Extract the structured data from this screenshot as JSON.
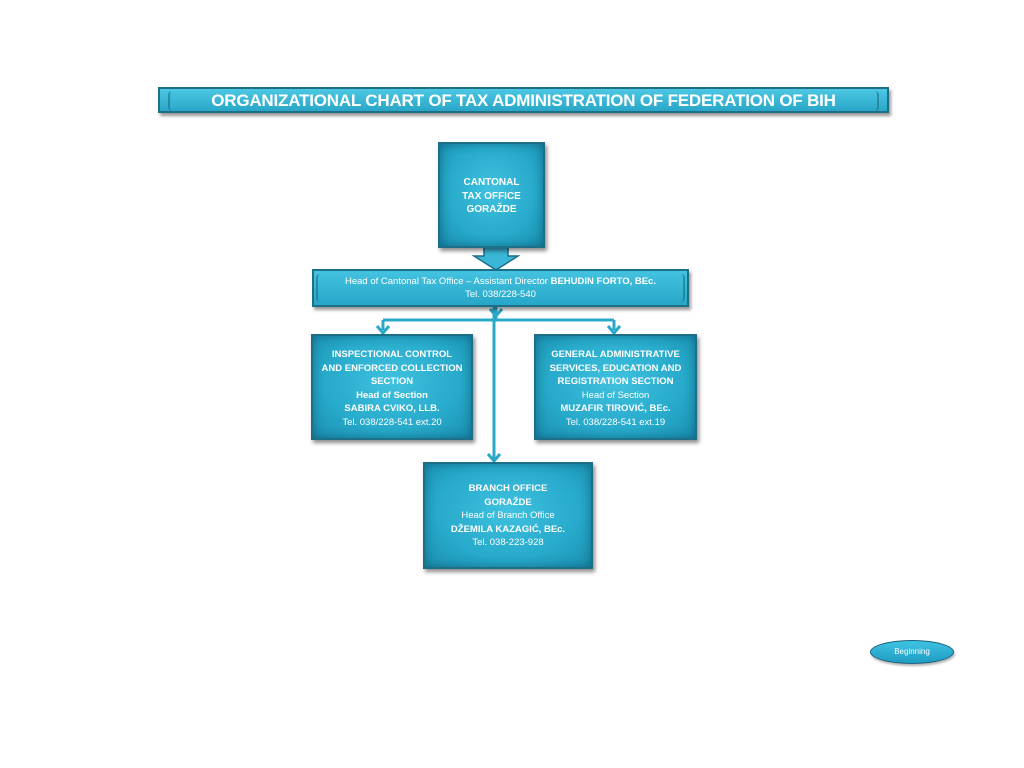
{
  "title": "ORGANIZATIONAL CHART OF TAX ADMINISTRATION OF FEDERATION OF BIH",
  "top_box": {
    "line1": "CANTONAL",
    "line2": "TAX OFFICE",
    "line3": "GORAŽDE"
  },
  "head_banner": {
    "prefix": "Head of Cantonal Tax Office – Assistant Director ",
    "name": "BEHUDIN  FORTO, BEc.",
    "phone": "Tel. 038/228-540"
  },
  "left_section": {
    "line1": "INSPECTIONAL CONTROL",
    "line2": "AND ENFORCED COLLECTION",
    "line3": "SECTION",
    "role": "Head of Section",
    "name": "SABIRA CVIKO, LLB.",
    "phone": "Tel. 038/228-541  ext.20"
  },
  "right_section": {
    "line1": "GENERAL ADMINISTRATIVE",
    "line2": "SERVICES, EDUCATION AND",
    "line3": "REGISTRATION  SECTION",
    "role": "Head of Section",
    "name": "MUZAFIR TIROVIĆ, BEc.",
    "phone": "Tel. 038/228-541 ext.19"
  },
  "branch_office": {
    "line1": "BRANCH OFFICE",
    "line2": "GORAŽDE",
    "role": "Head of Branch Office",
    "name": "DŽEMILA KAZAGIĆ, BEc.",
    "phone": "Tel. 038-223-928"
  },
  "nav": {
    "beginning_label": "Beginning"
  },
  "colors": {
    "box_fill": "#27aacb",
    "box_border": "#1c6f86",
    "connector": "#2aa8c8",
    "text": "#ffffff"
  }
}
